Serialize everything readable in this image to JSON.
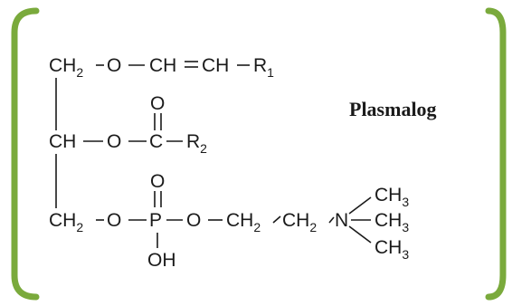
{
  "caption": "Plasmalog",
  "frame_color": "#7aaa3c",
  "ink_color": "#1a1a1a",
  "glycerol_backbone": {
    "c1": {
      "atom": "CH",
      "subscript": "2"
    },
    "c2": {
      "atom": "CH",
      "subscript": ""
    },
    "c3": {
      "atom": "CH",
      "subscript": "2"
    }
  },
  "row1": {
    "oxygen": "O",
    "vinyl_a": "CH",
    "vinyl_b": "CH",
    "r_group": "R",
    "r_subscript": "1"
  },
  "row2": {
    "oxygen": "O",
    "carbonyl_carbon": "C",
    "carbonyl_oxygen": "O",
    "r_group": "R",
    "r_subscript": "2"
  },
  "row3": {
    "oxygen_a": "O",
    "phosphorus": "P",
    "phosphoryl_oxygen": "O",
    "hydroxyl": "OH",
    "oxygen_b": "O",
    "ch2_a": {
      "atom": "CH",
      "subscript": "2"
    },
    "ch2_b": {
      "atom": "CH",
      "subscript": "2"
    },
    "nitrogen": "N",
    "methyl_top": {
      "atom": "CH",
      "subscript": "3"
    },
    "methyl_mid": {
      "atom": "CH",
      "subscript": "3"
    },
    "methyl_bot": {
      "atom": "CH",
      "subscript": "3"
    }
  }
}
